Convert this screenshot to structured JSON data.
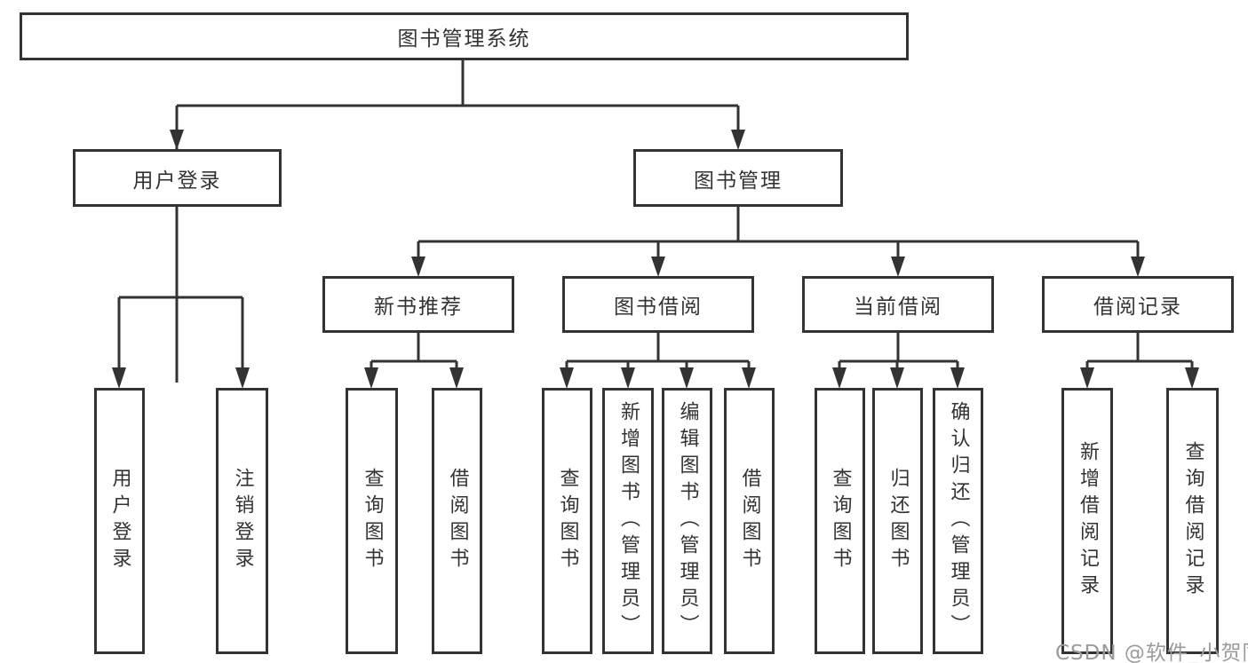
{
  "diagram": {
    "root": {
      "label": "图书管理系统"
    },
    "branches": {
      "user_login": {
        "label": "用户登录"
      },
      "book_management": {
        "label": "图书管理"
      }
    },
    "modules": {
      "new_book_recommend": {
        "label": "新书推荐"
      },
      "book_borrow": {
        "label": "图书借阅"
      },
      "current_borrow": {
        "label": "当前借阅"
      },
      "borrow_records": {
        "label": "借阅记录"
      }
    },
    "leaves": {
      "user_login": [
        "用户登录",
        "注销登录"
      ],
      "new_book_recommend": [
        "查询图书",
        "借阅图书"
      ],
      "book_borrow": [
        "查询图书",
        "新增图书（管理员）",
        "编辑图书（管理员）",
        "借阅图书"
      ],
      "current_borrow": [
        "查询图书",
        "归还图书",
        "确认归还（管理员）"
      ],
      "borrow_records": [
        "新增借阅记录",
        "查询借阅记录"
      ]
    },
    "watermark": "CSDN @软件_小贺同学",
    "colors": {
      "line": "#333333",
      "border": "#333333",
      "text": "#333333",
      "watermark": "#9b9b9b",
      "background": "#ffffff"
    }
  }
}
